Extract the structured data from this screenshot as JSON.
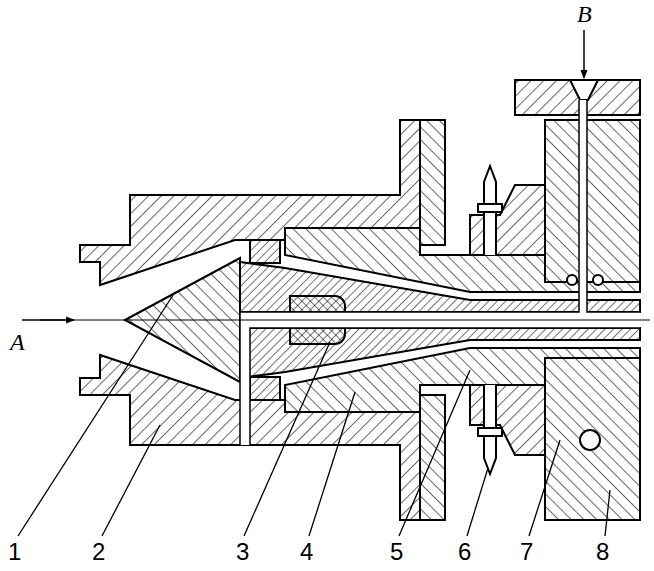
{
  "diagram": {
    "labels": [
      "A",
      "B",
      "1",
      "2",
      "3",
      "4",
      "5",
      "6",
      "7",
      "8"
    ]
  }
}
